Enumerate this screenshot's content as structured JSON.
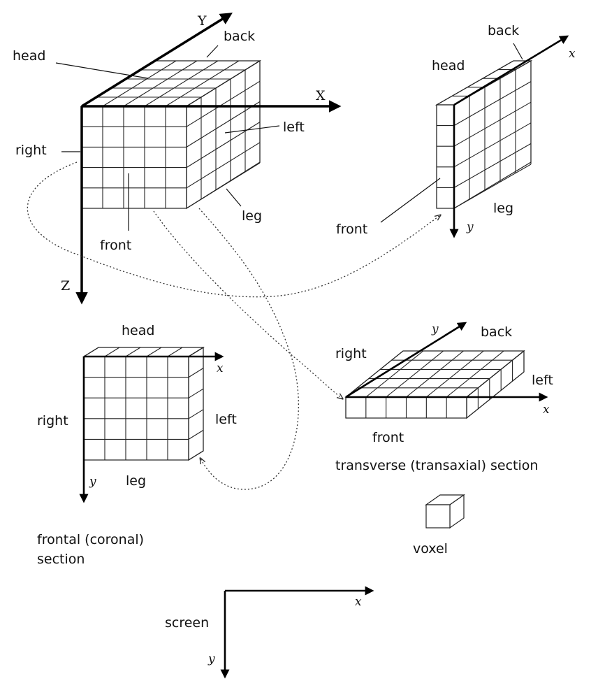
{
  "block": {
    "axis_y": "Y",
    "axis_x": "X",
    "axis_z": "Z",
    "head": "head",
    "back": "back",
    "left": "left",
    "right": "right",
    "leg": "leg",
    "front": "front"
  },
  "sagittal": {
    "back": "back",
    "head": "head",
    "axis_x": "x",
    "axis_y": "y",
    "front": "front",
    "leg": "leg"
  },
  "coronal": {
    "head": "head",
    "axis_x": "x",
    "right": "right",
    "left": "left",
    "axis_y": "y",
    "leg": "leg",
    "caption_line1": "frontal (coronal)",
    "caption_line2": "section"
  },
  "transverse": {
    "axis_y": "y",
    "back": "back",
    "right": "right",
    "left": "left",
    "axis_x": "x",
    "front": "front",
    "caption": "transverse (transaxial) section"
  },
  "voxel": {
    "label": "voxel"
  },
  "screen": {
    "label": "screen",
    "axis_x": "x",
    "axis_y": "y"
  }
}
